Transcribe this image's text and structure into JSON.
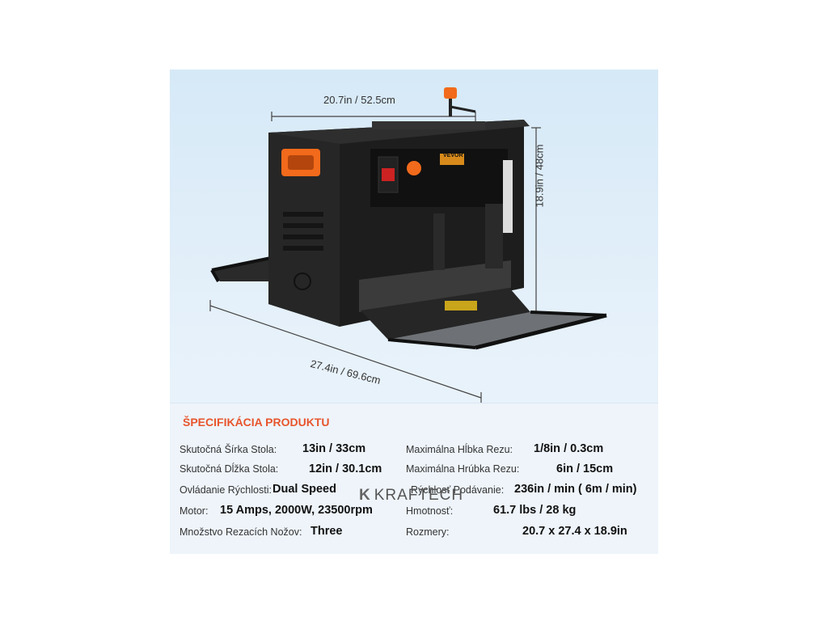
{
  "dimensions": {
    "width": "20.7in / 52.5cm",
    "length": "27.4in / 69.6cm",
    "height": "18.9in / 48cm"
  },
  "machine_brand": "VEVOR",
  "spec_title": "ŠPECIFIKÁCIA PRODUKTU",
  "watermark": "KRAFTECH",
  "specs_left": [
    {
      "label": "Skutočná Šírka Stola:",
      "value": "13in / 33cm"
    },
    {
      "label": "Skutočná Dĺžka Stola:",
      "value": "12in / 30.1cm"
    },
    {
      "label": "Ovládanie Rýchlosti:",
      "value": "Dual Speed"
    },
    {
      "label": "Motor:",
      "value": "15 Amps, 2000W,  23500rpm"
    },
    {
      "label": "Množstvo Rezacích Nožov:",
      "value": "Three"
    }
  ],
  "specs_right": [
    {
      "label": "Maximálna Hĺbka Rezu:",
      "value": "1/8in / 0.3cm"
    },
    {
      "label": "Maximálna Hrúbka Rezu:",
      "value": "6in / 15cm"
    },
    {
      "label": "Rýchlosť Podávanie:",
      "value": "236in / min ( 6m / min)"
    },
    {
      "label": "Hmotnosť:",
      "value": "61.7 lbs / 28 kg"
    },
    {
      "label": "Rozmery:",
      "value": "20.7 x 27.4 x 18.9in"
    }
  ],
  "colors": {
    "accent": "#e8552d",
    "machine": "#1b1b1b",
    "handle": "#f26a1b"
  }
}
